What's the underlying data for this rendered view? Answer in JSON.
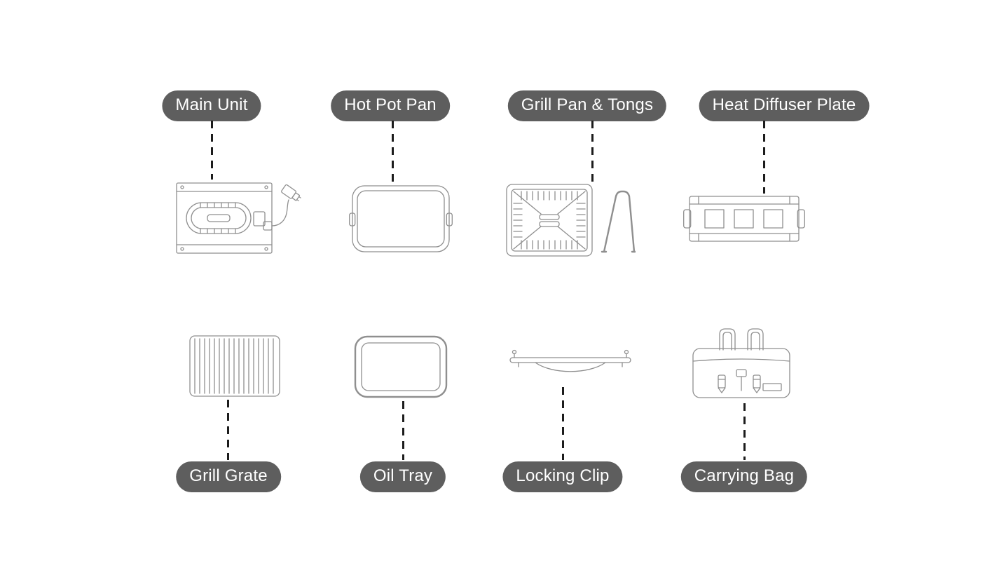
{
  "colors": {
    "background": "#ffffff",
    "label_background": "#5e5e5e",
    "label_text": "#ffffff",
    "connector": "#1c1c1c",
    "line_art": "#8f8f8f"
  },
  "components": [
    {
      "label": "Main Unit",
      "icon": "main-unit-drawing",
      "label_position": "above"
    },
    {
      "label": "Hot Pot Pan",
      "icon": "hot-pot-pan-drawing",
      "label_position": "above"
    },
    {
      "label": "Grill Pan & Tongs",
      "icon": "grill-pan-tongs-drawing",
      "label_position": "above"
    },
    {
      "label": "Heat Diffuser Plate",
      "icon": "heat-diffuser-plate-drawing",
      "label_position": "above"
    },
    {
      "label": "Grill Grate",
      "icon": "grill-grate-drawing",
      "label_position": "below"
    },
    {
      "label": "Oil Tray",
      "icon": "oil-tray-drawing",
      "label_position": "below"
    },
    {
      "label": "Locking Clip",
      "icon": "locking-clip-drawing",
      "label_position": "below"
    },
    {
      "label": "Carrying Bag",
      "icon": "carrying-bag-drawing",
      "label_position": "below"
    }
  ]
}
